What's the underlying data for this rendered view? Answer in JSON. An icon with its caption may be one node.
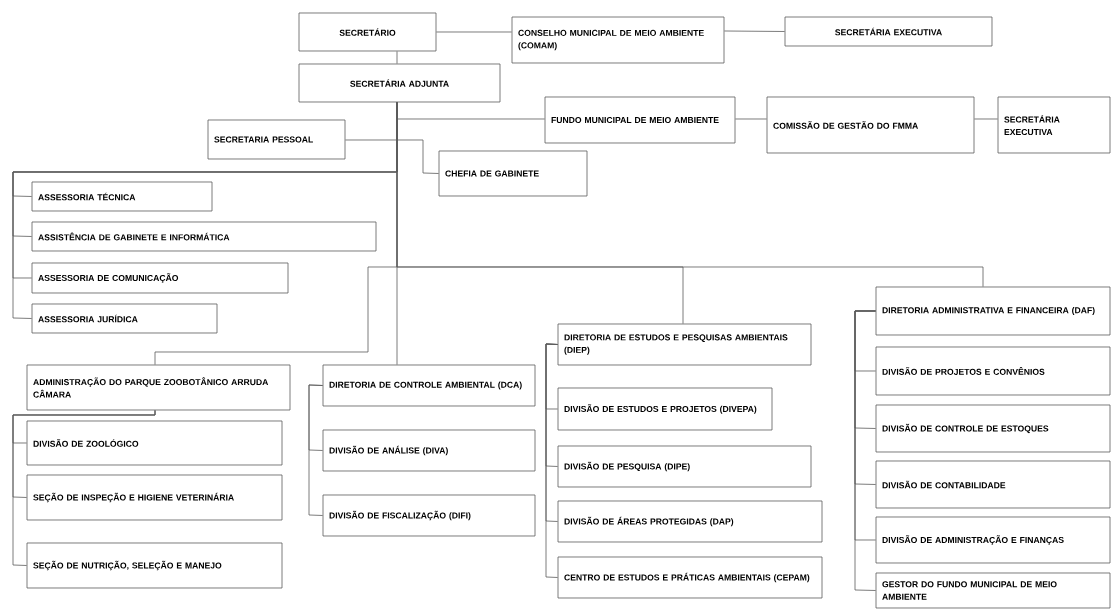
{
  "diagram": {
    "nodes": [
      {
        "text": [
          "SECRETÁRIO"
        ]
      },
      {
        "text": [
          "CONSELHO MUNICIPAL DE MEIO AMBIENTE (COMAM)"
        ]
      },
      {
        "text": [
          "SECRETÁRIA EXECUTIVA"
        ]
      },
      {
        "text": [
          "SECRETÁRIA ADJUNTA"
        ]
      },
      {
        "text": [
          "FUNDO MUNICIPAL DE MEIO AMBIENTE"
        ]
      },
      {
        "text": [
          "COMISSÃO DE GESTÃO DO FMMA"
        ]
      },
      {
        "text": [
          "SECRETÁRIA EXECUTIVA"
        ]
      },
      {
        "text": [
          "SECRETARIA PESSOAL"
        ]
      },
      {
        "text": [
          "CHEFIA DE GABINETE"
        ]
      },
      {
        "text": [
          "ASSESSORIA TÉCNICA"
        ]
      },
      {
        "text": [
          "ASSISTÊNCIA DE GABINETE E INFORMÁTICA"
        ]
      },
      {
        "text": [
          "ASSESSORIA DE COMUNICAÇÃO"
        ]
      },
      {
        "text": [
          "ASSESSORIA JURÍDICA"
        ]
      },
      {
        "text": [
          "ADMINISTRAÇÃO DO PARQUE ZOOBOTÂNICO ARRUDA CÂMARA"
        ]
      },
      {
        "text": [
          "DIVISÃO DE ZOOLÓGICO"
        ]
      },
      {
        "text": [
          "SEÇÃO DE INSPEÇÃO E HIGIENE VETERINÁRIA"
        ]
      },
      {
        "text": [
          "SEÇÃO DE NUTRIÇÃO, SELEÇÃO E MANEJO"
        ]
      },
      {
        "text": [
          "DIRETORIA DE CONTROLE AMBIENTAL (DCA)"
        ]
      },
      {
        "text": [
          "DIVISÃO DE ANÁLISE (DIVA)"
        ]
      },
      {
        "text": [
          "DIVISÃO DE FISCALIZAÇÃO (DIFI)"
        ]
      },
      {
        "text": [
          "DIRETORIA DE ESTUDOS E PESQUISAS AMBIENTAIS (DIEP)"
        ]
      },
      {
        "text": [
          "DIVISÃO DE ESTUDOS E PROJETOS (DIVEPA)"
        ]
      },
      {
        "text": [
          "DIVISÃO DE PESQUISA (DIPE)"
        ]
      },
      {
        "text": [
          "DIVISÃO DE ÁREAS PROTEGIDAS (DAP)"
        ]
      },
      {
        "text": [
          "CENTRO DE ESTUDOS E PRÁTICAS AMBIENTAIS (CEPAM)"
        ]
      },
      {
        "text": [
          "DIRETORIA ADMINISTRATIVA E FINANCEIRA (DAF)"
        ]
      },
      {
        "text": [
          "DIVISÃO DE PROJETOS E CONVÊNIOS"
        ]
      },
      {
        "text": [
          "DIVISÃO DE CONTROLE DE ESTOQUES"
        ]
      },
      {
        "text": [
          "DIVISÃO DE CONTABILIDADE"
        ]
      },
      {
        "text": [
          "DIVISÃO DE ADMINISTRAÇÃO E FINANÇAS"
        ]
      },
      {
        "text": [
          "GESTOR DO FUNDO MUNICIPAL DE MEIO AMBIENTE"
        ]
      }
    ],
    "edges": [
      {
        "from": 0,
        "to": 1,
        "arrow": "none"
      },
      {
        "from": 1,
        "to": 2,
        "arrow": "none"
      },
      {
        "from": 0,
        "to": 3,
        "arrow": "none"
      },
      {
        "from": 3,
        "to": 4,
        "arrow": "none"
      },
      {
        "from": 4,
        "to": 5,
        "arrow": "none"
      },
      {
        "from": 5,
        "to": 6,
        "arrow": "none"
      },
      {
        "from": 3,
        "to": 7,
        "arrow": "none"
      },
      {
        "from": 3,
        "to": 8,
        "arrow": "none"
      },
      {
        "from": 3,
        "to": 9,
        "arrow": "none"
      },
      {
        "from": 3,
        "to": 10,
        "arrow": "none"
      },
      {
        "from": 3,
        "to": 11,
        "arrow": "none"
      },
      {
        "from": 3,
        "to": 12,
        "arrow": "none"
      },
      {
        "from": 3,
        "to": 13,
        "arrow": "none"
      },
      {
        "from": 3,
        "to": 17,
        "arrow": "none"
      },
      {
        "from": 3,
        "to": 20,
        "arrow": "none"
      },
      {
        "from": 3,
        "to": 25,
        "arrow": "none"
      },
      {
        "from": 13,
        "to": 14,
        "arrow": "none"
      },
      {
        "from": 13,
        "to": 15,
        "arrow": "none"
      },
      {
        "from": 13,
        "to": 16,
        "arrow": "none"
      },
      {
        "from": 17,
        "to": 18,
        "arrow": "none"
      },
      {
        "from": 17,
        "to": 19,
        "arrow": "none"
      },
      {
        "from": 20,
        "to": 21,
        "arrow": "none"
      },
      {
        "from": 20,
        "to": 22,
        "arrow": "none"
      },
      {
        "from": 20,
        "to": 23,
        "arrow": "none"
      },
      {
        "from": 20,
        "to": 24,
        "arrow": "none"
      },
      {
        "from": 25,
        "to": 26,
        "arrow": "none"
      },
      {
        "from": 25,
        "to": 27,
        "arrow": "none"
      },
      {
        "from": 25,
        "to": 28,
        "arrow": "none"
      },
      {
        "from": 25,
        "to": 29,
        "arrow": "none"
      },
      {
        "from": 25,
        "to": 30,
        "arrow": "none"
      }
    ]
  }
}
